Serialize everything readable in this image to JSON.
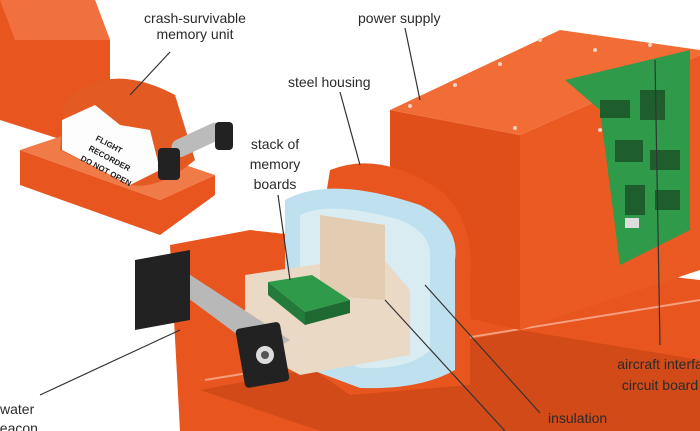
{
  "labels": {
    "memory_unit": [
      "crash-survivable",
      "memory unit"
    ],
    "power_supply": "power supply",
    "steel_housing": "steel housing",
    "memory_boards": [
      "stack of",
      "memory",
      "boards"
    ],
    "interface_board": [
      "aircraft interfa",
      "circuit board"
    ],
    "water_beacon": [
      "water",
      "beacon"
    ],
    "insulation": "insulation"
  },
  "unit_stamp": [
    "FLIGHT",
    "RECORDER",
    "DO NOT OPEN"
  ],
  "colors": {
    "orange": "#e8551f",
    "orange_dark": "#c23f12",
    "steel": "#bfe0ee",
    "insulation": "#ead9c4",
    "board": "#2f9a4a"
  }
}
